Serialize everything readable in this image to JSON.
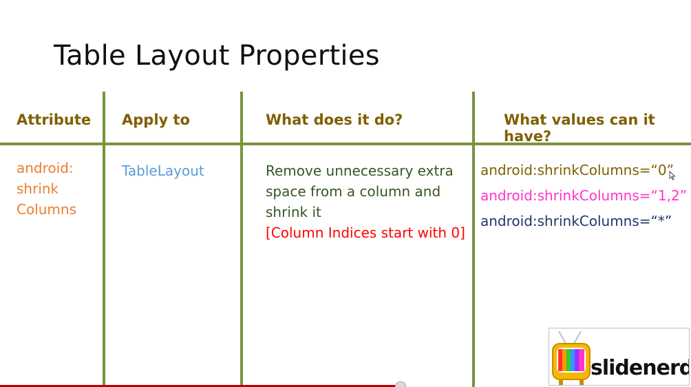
{
  "slide": {
    "title": "Table Layout Properties"
  },
  "table": {
    "headers": {
      "attribute": "Attribute",
      "apply_to": "Apply to",
      "what": "What does it do?",
      "values": "What values can it have?"
    },
    "row": {
      "attribute_lines": [
        "android:",
        "shrink",
        "Columns"
      ],
      "apply_to": "TableLayout",
      "description_lines": [
        "Remove unnecessary extra",
        "space from a column and",
        "shrink it"
      ],
      "note": "[Column Indices start with 0]",
      "values": [
        {
          "text": "android:shrinkColumns=“0”",
          "color": "#7f6000"
        },
        {
          "text": "android:shrinkColumns=“1,2”",
          "color": "#ff33cc"
        },
        {
          "text": "android:shrinkColumns=“*”",
          "color": "#1f3864"
        }
      ]
    }
  },
  "colors": {
    "grid": "#77933c",
    "header_text": "#7f6000",
    "attribute_text": "#ed7d31",
    "apply_to_text": "#5b9bd5",
    "description_text": "#375623",
    "note_text": "#ff0000"
  },
  "watermark": {
    "brand": "slidenerd",
    "icon": "tv-logo-icon"
  },
  "cursor": {
    "icon": "mouse-pointer-icon"
  }
}
